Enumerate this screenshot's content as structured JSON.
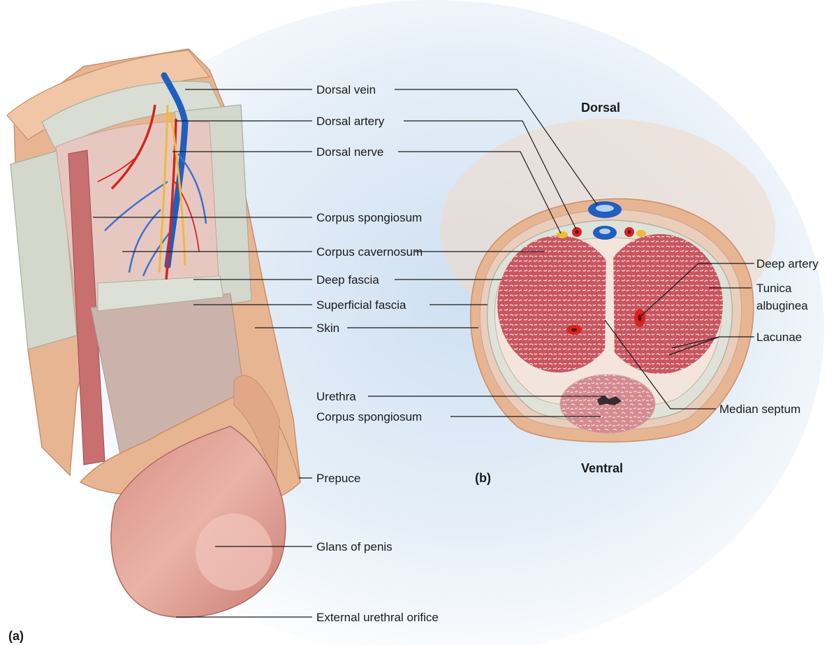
{
  "panel_a": {
    "panel_label": "(a)",
    "labels": {
      "dorsal_vein": "Dorsal vein",
      "dorsal_artery": "Dorsal artery",
      "dorsal_nerve": "Dorsal nerve",
      "corpus_spongiosum": "Corpus spongiosum",
      "corpus_cavernosum": "Corpus cavernosum",
      "deep_fascia": "Deep fascia",
      "superficial_fascia": "Superficial fascia",
      "skin": "Skin",
      "prepuce": "Prepuce",
      "glans": "Glans of penis",
      "external_urethral_orifice": "External urethral orifice"
    }
  },
  "panel_b": {
    "panel_label": "(b)",
    "orientation_top": "Dorsal",
    "orientation_bottom": "Ventral",
    "labels": {
      "urethra": "Urethra",
      "corpus_spongiosum": "Corpus spongiosum",
      "deep_artery": "Deep artery",
      "tunica_line1": "Tunica",
      "tunica_line2": "albuginea",
      "lacunae": "Lacunae",
      "median_septum": "Median septum"
    }
  },
  "colors": {
    "skin": "#e8b592",
    "fascia": "#d9ddd3",
    "erectile": "#c85a62",
    "vein": "#1f5fbf",
    "artery": "#d6241e",
    "nerve": "#f0b93a",
    "glans": "#e3a39a"
  }
}
